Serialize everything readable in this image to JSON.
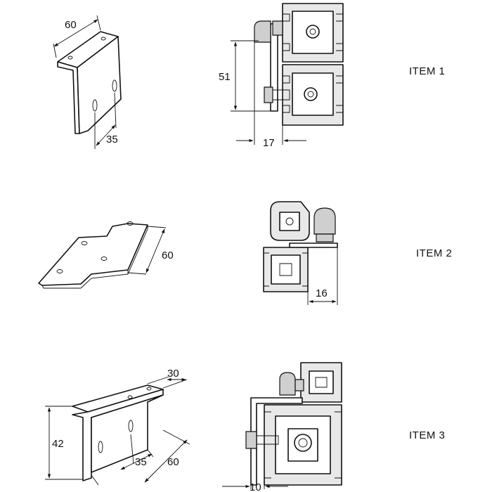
{
  "items": [
    {
      "label": "ITEM 1",
      "dims": {
        "bracket_length": "60",
        "bracket_hole": "35",
        "height": "51",
        "offset": "17"
      }
    },
    {
      "label": "ITEM 2",
      "dims": {
        "plate_width": "60",
        "offset": "16"
      }
    },
    {
      "label": "ITEM 3",
      "dims": {
        "flange_width": "30",
        "height": "42",
        "hole": "35",
        "length": "60",
        "offset": "10"
      }
    }
  ]
}
